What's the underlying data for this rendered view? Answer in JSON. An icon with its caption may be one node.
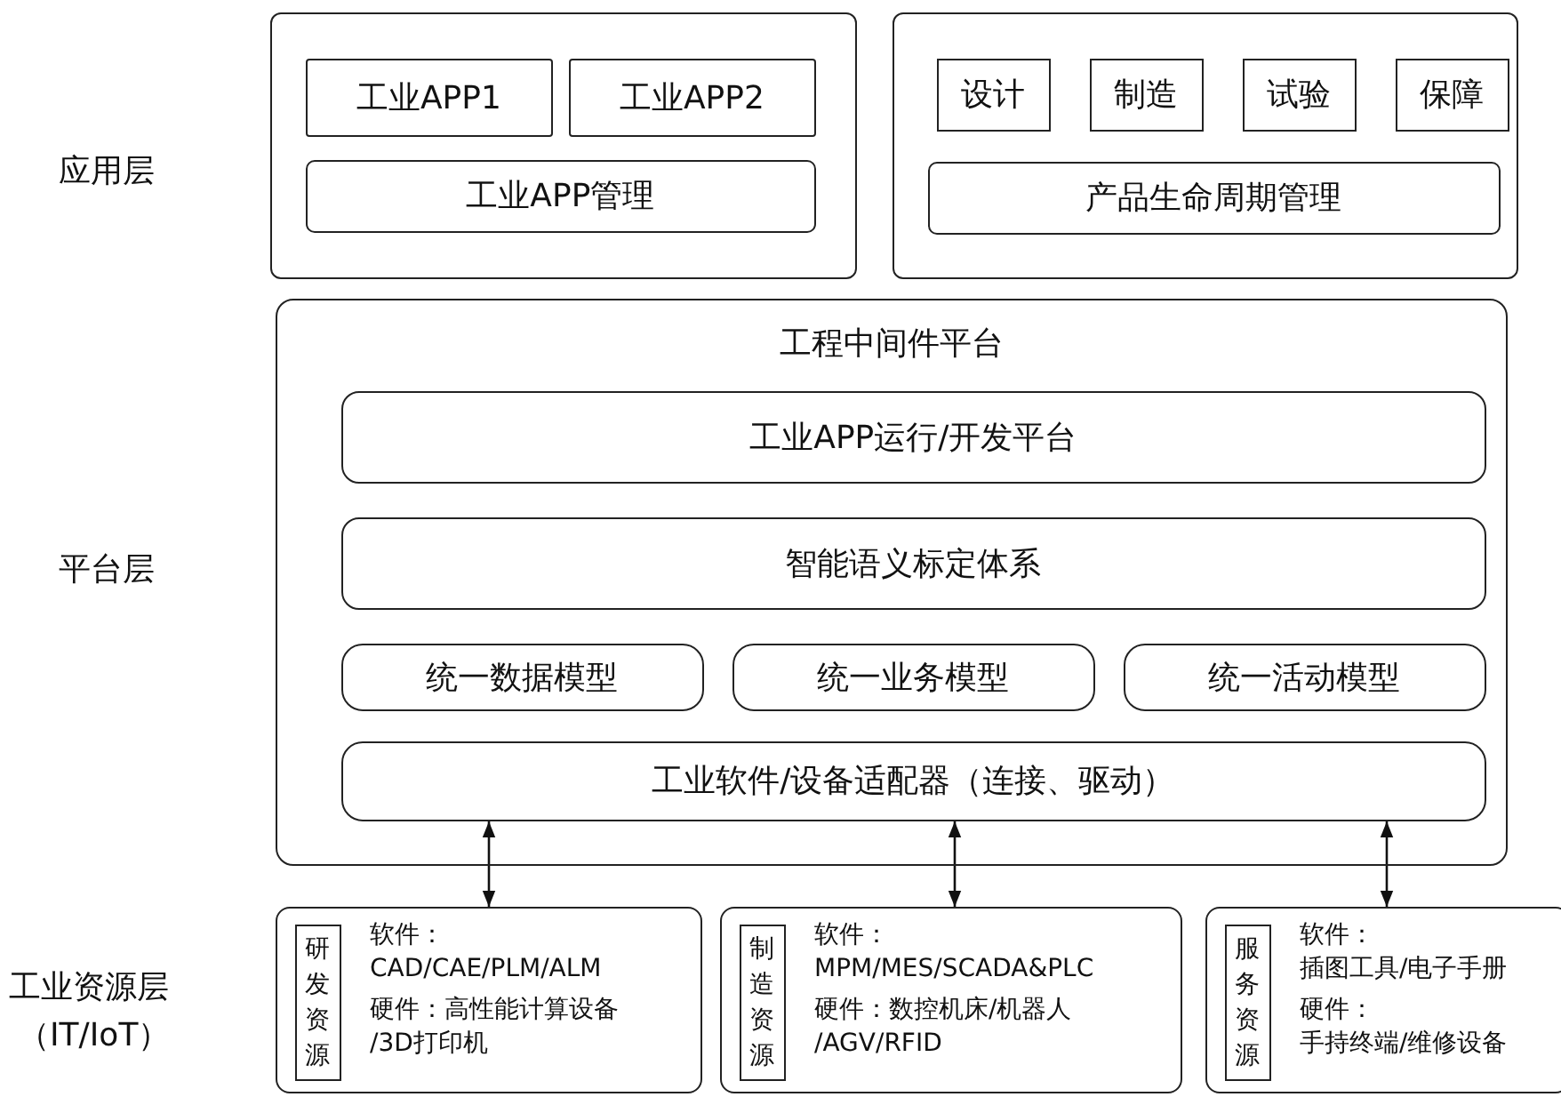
{
  "diagram": {
    "nodes": [
      {
        "text": [],
        "shape": "box"
      },
      {
        "text": [
          "工业APP1"
        ],
        "in": 0
      },
      {
        "text": [
          "工业APP2"
        ],
        "in": 0
      },
      {
        "text": [
          "工业APP管理"
        ],
        "in": 0
      },
      {
        "text": [],
        "shape": "box"
      },
      {
        "text": [
          "设计"
        ],
        "in": 4
      },
      {
        "text": [
          "制造"
        ],
        "in": 4
      },
      {
        "text": [
          "试验"
        ],
        "in": 4
      },
      {
        "text": [
          "保障"
        ],
        "in": 4
      },
      {
        "text": [
          "产品生命周期管理"
        ],
        "in": 4
      },
      {
        "text": [
          "工程中间件平台"
        ]
      },
      {
        "text": [
          "工业APP运行/开发平台"
        ],
        "in": 10
      },
      {
        "text": [
          "智能语义标定体系"
        ],
        "in": 10
      },
      {
        "text": [
          "统一数据模型"
        ],
        "in": 10
      },
      {
        "text": [
          "统一业务模型"
        ],
        "in": 10
      },
      {
        "text": [
          "统一活动模型"
        ],
        "in": 10
      },
      {
        "text": [
          "工业软件/设备适配器（连接、驱动）"
        ],
        "in": 10
      },
      {
        "text": [
          "软件：",
          "CAD/CAE/PLM/ALM",
          "硬件：高性能计算设备",
          "/3D打印机"
        ]
      },
      {
        "text": [
          "研发资源"
        ],
        "in": 17
      },
      {
        "text": [
          "软件：",
          "MPM/MES/SCADA&PLC",
          "硬件：数控机床/机器人",
          "/AGV/RFID"
        ]
      },
      {
        "text": [
          "制造资源"
        ],
        "in": 19
      },
      {
        "text": [
          "软件：",
          "插图工具/电子手册",
          "硬件：",
          "手持终端/维修设备"
        ]
      },
      {
        "text": [
          "服务资源"
        ],
        "in": 21
      }
    ],
    "edges": [
      {
        "from": 16,
        "to": 17,
        "arrow": "both"
      },
      {
        "from": 16,
        "to": 19,
        "arrow": "both"
      },
      {
        "from": 16,
        "to": 21,
        "arrow": "both"
      }
    ],
    "labels": [
      "应用层",
      "平台层",
      "工业资源层",
      "（IT/IoT）"
    ]
  }
}
